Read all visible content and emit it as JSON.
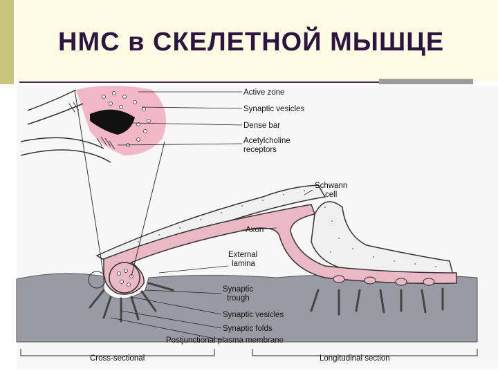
{
  "slide": {
    "title": "НМС в СКЕЛЕТНОЙ МЫШЦЕ"
  },
  "labels": {
    "active_zone": "Active zone",
    "synaptic_vesicles_top": "Synaptic vesicles",
    "dense_bar": "Dense bar",
    "ach_line1": "Acetylcholine",
    "ach_line2": "receptors",
    "schwann_line1": "Schwann",
    "schwann_line2": "cell",
    "axon": "Axon",
    "external_lamina_line1": "External",
    "external_lamina_line2": "lamina",
    "synaptic_trough_line1": "Synaptic",
    "synaptic_trough_line2": "trough",
    "synaptic_vesicles_bottom": "Synaptic vesicles",
    "synaptic_folds": "Synaptic folds",
    "postjunctional_membrane": "Postjunctional plasma membrane",
    "cross_sectional": "Cross-sectional",
    "longitudinal_section": "Longitudinal section"
  },
  "colors": {
    "title": "#2d1542",
    "header_bg": "#fdfbe1",
    "accent_bar": "#c8c47a",
    "axon_pink": "#ebb8c6",
    "muscle_grey": "#9a9aa4",
    "schwann_fill": "#f0f0f0"
  }
}
